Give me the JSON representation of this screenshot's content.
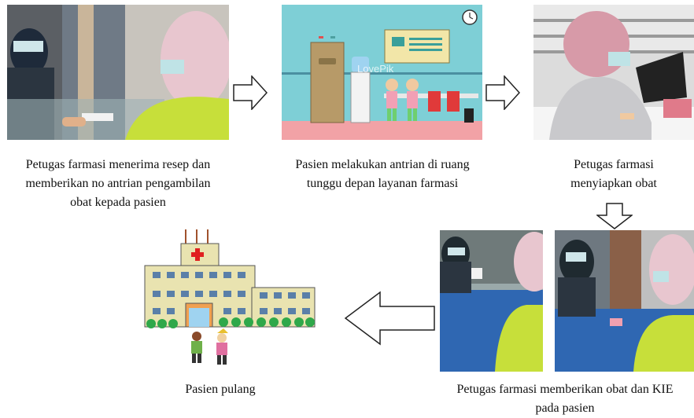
{
  "steps": [
    {
      "caption_line1": "Petugas farmasi menerima resep dan",
      "caption_line2": "memberikan no antrian pengambilan",
      "caption_line3": "obat kepada pasien"
    },
    {
      "caption_line1": "Pasien melakukan antrian di ruang",
      "caption_line2": "tunggu depan layanan farmasi",
      "watermark": "LovePik"
    },
    {
      "caption_line1": "Petugas farmasi",
      "caption_line2": "menyiapkan obat"
    },
    {
      "caption_line1": "Petugas farmasi memberikan obat dan KIE",
      "caption_line2": "pada pasien"
    },
    {
      "caption_line1": "Pasien pulang"
    }
  ],
  "colors": {
    "wall": "#7ecfd6",
    "floor": "#f2a2a6",
    "hijab": "#e8c6cf",
    "jacket": "#c7df3a",
    "building": "#e9e3b0",
    "red_cross": "#e02020"
  }
}
